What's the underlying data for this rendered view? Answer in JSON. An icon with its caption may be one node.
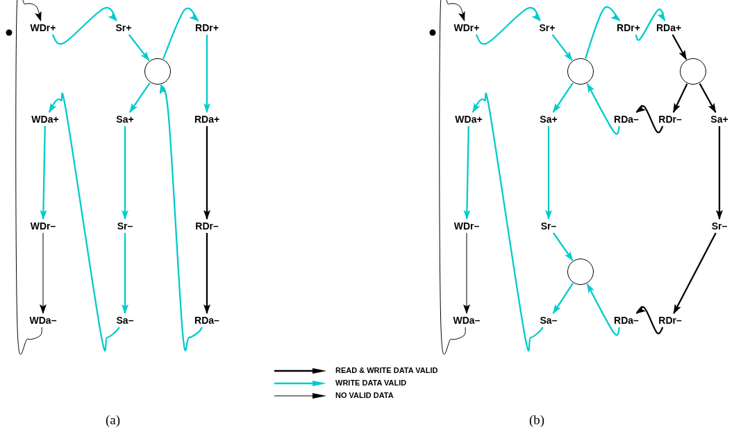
{
  "diagram": {
    "nodes": [
      {
        "text": [
          "WDr+"
        ]
      },
      {
        "text": [
          "Sr+"
        ]
      },
      {
        "text": [
          "RDr+"
        ]
      },
      {
        "text": [],
        "shape": "circle"
      },
      {
        "text": [
          "WDa+"
        ]
      },
      {
        "text": [
          "Sa+"
        ]
      },
      {
        "text": [
          "RDa+"
        ]
      },
      {
        "text": [
          "WDr–"
        ]
      },
      {
        "text": [
          "Sr–"
        ]
      },
      {
        "text": [
          "RDr–"
        ]
      },
      {
        "text": [
          "WDa–"
        ]
      },
      {
        "text": [
          "Sa–"
        ]
      },
      {
        "text": [
          "RDa–"
        ]
      },
      {
        "text": [
          "WDr+"
        ]
      },
      {
        "text": [
          "Sr+"
        ]
      },
      {
        "text": [
          "RDr+"
        ]
      },
      {
        "text": [
          "RDa+"
        ]
      },
      {
        "text": [],
        "shape": "circle"
      },
      {
        "text": [],
        "shape": "circle"
      },
      {
        "text": [
          "WDa+"
        ]
      },
      {
        "text": [
          "Sa+"
        ]
      },
      {
        "text": [
          "RDa–"
        ]
      },
      {
        "text": [
          "RDr–"
        ]
      },
      {
        "text": [
          "Sa+"
        ]
      },
      {
        "text": [
          "WDr–"
        ]
      },
      {
        "text": [
          "Sr–"
        ]
      },
      {
        "text": [
          "Sr–"
        ]
      },
      {
        "text": [],
        "shape": "circle"
      },
      {
        "text": [
          "WDa–"
        ]
      },
      {
        "text": [
          "Sa–"
        ]
      },
      {
        "text": [
          "RDa–"
        ]
      },
      {
        "text": [
          "RDr–"
        ]
      }
    ],
    "edges": [
      {
        "from": 0,
        "to": 1,
        "arrow": "to"
      },
      {
        "from": 1,
        "to": 3,
        "arrow": "to"
      },
      {
        "from": 3,
        "to": 2,
        "arrow": "to"
      },
      {
        "from": 3,
        "to": 5,
        "arrow": "to"
      },
      {
        "from": 2,
        "to": 6,
        "arrow": "to"
      },
      {
        "from": 6,
        "to": 9,
        "arrow": "to",
        "color": "#000000"
      },
      {
        "from": 9,
        "to": 12,
        "arrow": "to",
        "color": "#000000"
      },
      {
        "from": 5,
        "to": 8,
        "arrow": "to"
      },
      {
        "from": 8,
        "to": 11,
        "arrow": "to"
      },
      {
        "from": 11,
        "to": 4,
        "arrow": "to"
      },
      {
        "from": 12,
        "to": 3,
        "arrow": "to"
      },
      {
        "from": 4,
        "to": 7,
        "arrow": "to"
      },
      {
        "from": 7,
        "to": 10,
        "arrow": "to",
        "color": "#000000"
      },
      {
        "from": 10,
        "to": 0,
        "arrow": "to",
        "color": "#000000"
      },
      {
        "from": 13,
        "to": 14,
        "arrow": "to"
      },
      {
        "from": 14,
        "to": 17,
        "arrow": "to"
      },
      {
        "from": 17,
        "to": 15,
        "arrow": "to"
      },
      {
        "from": 15,
        "to": 16,
        "arrow": "to"
      },
      {
        "from": 16,
        "to": 18,
        "arrow": "to",
        "color": "#000000"
      },
      {
        "from": 18,
        "to": 22,
        "arrow": "to",
        "color": "#000000"
      },
      {
        "from": 18,
        "to": 23,
        "arrow": "to",
        "color": "#000000"
      },
      {
        "from": 22,
        "to": 21,
        "arrow": "to",
        "color": "#000000"
      },
      {
        "from": 21,
        "to": 17,
        "arrow": "to"
      },
      {
        "from": 17,
        "to": 20,
        "arrow": "to"
      },
      {
        "from": 20,
        "to": 25,
        "arrow": "to"
      },
      {
        "from": 25,
        "to": 27,
        "arrow": "to"
      },
      {
        "from": 27,
        "to": 29,
        "arrow": "to"
      },
      {
        "from": 30,
        "to": 27,
        "arrow": "to"
      },
      {
        "from": 31,
        "to": 30,
        "arrow": "to",
        "color": "#000000"
      },
      {
        "from": 23,
        "to": 26,
        "arrow": "to",
        "color": "#000000"
      },
      {
        "from": 26,
        "to": 31,
        "arrow": "to",
        "color": "#000000"
      },
      {
        "from": 29,
        "to": 19,
        "arrow": "to"
      },
      {
        "from": 19,
        "to": 24,
        "arrow": "to"
      },
      {
        "from": 24,
        "to": 28,
        "arrow": "to",
        "color": "#000000"
      },
      {
        "from": 28,
        "to": 13,
        "arrow": "to",
        "color": "#000000"
      }
    ],
    "labels": [
      "(a)",
      "(b)"
    ],
    "legend": [
      {
        "text": "READ & WRITE DATA VALID"
      },
      {
        "text": "WRITE DATA VALID"
      },
      {
        "text": "NO VALID DATA"
      }
    ]
  }
}
